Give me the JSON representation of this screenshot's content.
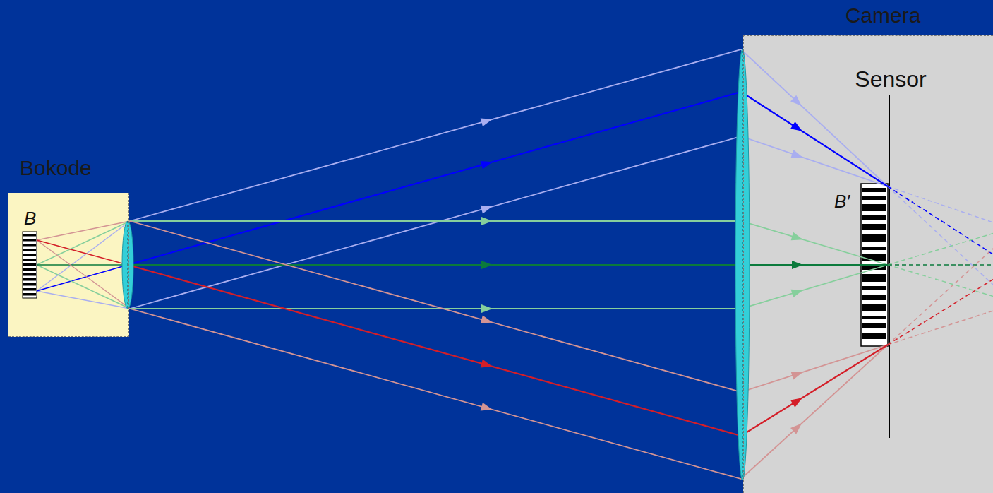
{
  "diagram": {
    "nodes": [
      {
        "text": [
          "Bokode"
        ]
      },
      {
        "text": [
          "Camera"
        ]
      }
    ],
    "labels": [
      "B",
      "Sensor",
      "B′"
    ]
  }
}
